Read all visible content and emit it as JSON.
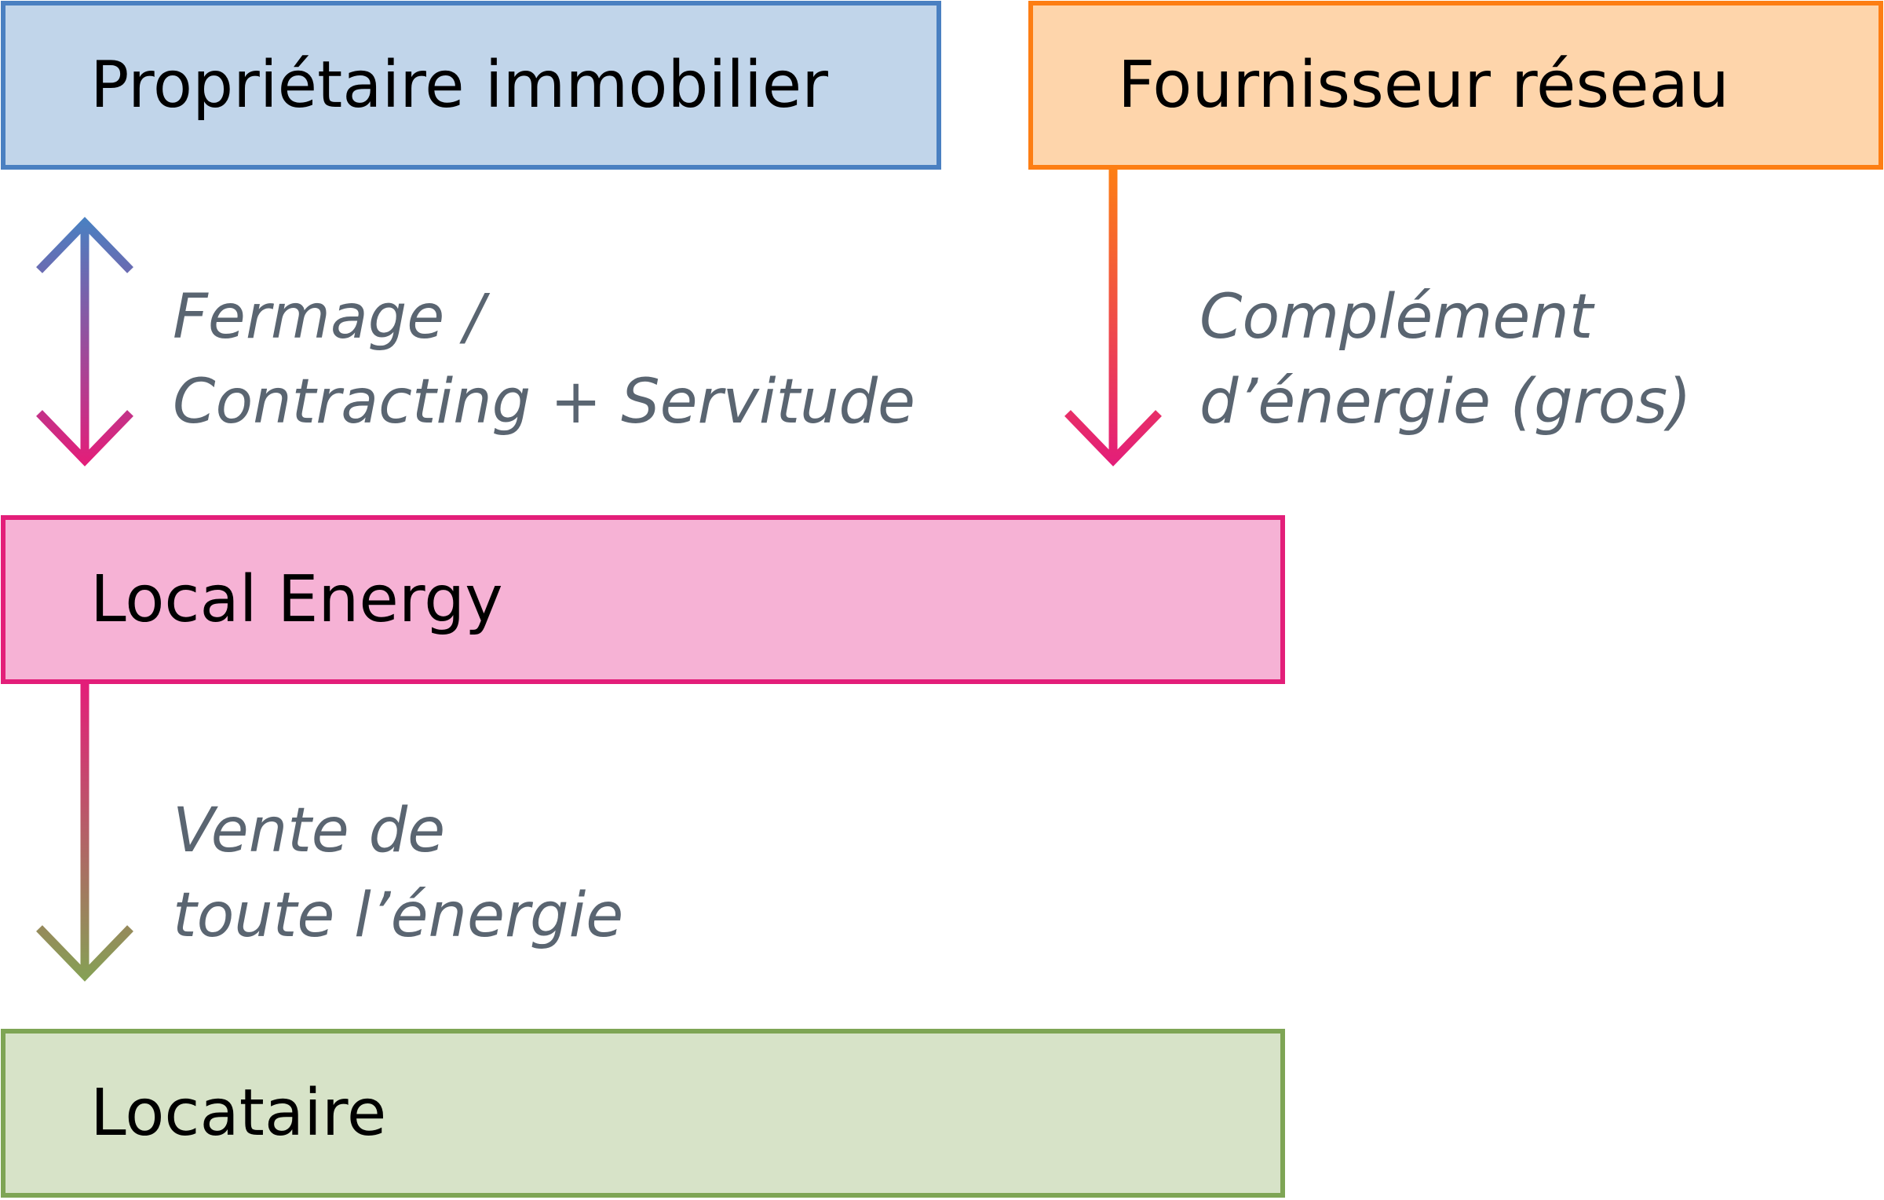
{
  "boxes": {
    "owner": "Propriétaire immobilier",
    "supplier": "Fournisseur réseau",
    "local_energy": "Local Energy",
    "tenant": "Locataire"
  },
  "arrows": {
    "owner_local": {
      "line1": "Fermage /",
      "line2": "Contracting + Servitude"
    },
    "supplier_local": {
      "line1": "Complément",
      "line2": "d’énergie (gros)"
    },
    "local_tenant": {
      "line1": "Vente de",
      "line2": "toute l’énergie"
    }
  },
  "colors": {
    "owner_fill": "#c1d5ea",
    "owner_border": "#4a80c1",
    "supplier_fill": "#fed5ab",
    "supplier_border": "#fd7e14",
    "local_fill": "#f6b2d5",
    "local_border": "#e31e79",
    "tenant_fill": "#d7e3c8",
    "tenant_border": "#7ea555",
    "label_text": "#5a6571"
  }
}
